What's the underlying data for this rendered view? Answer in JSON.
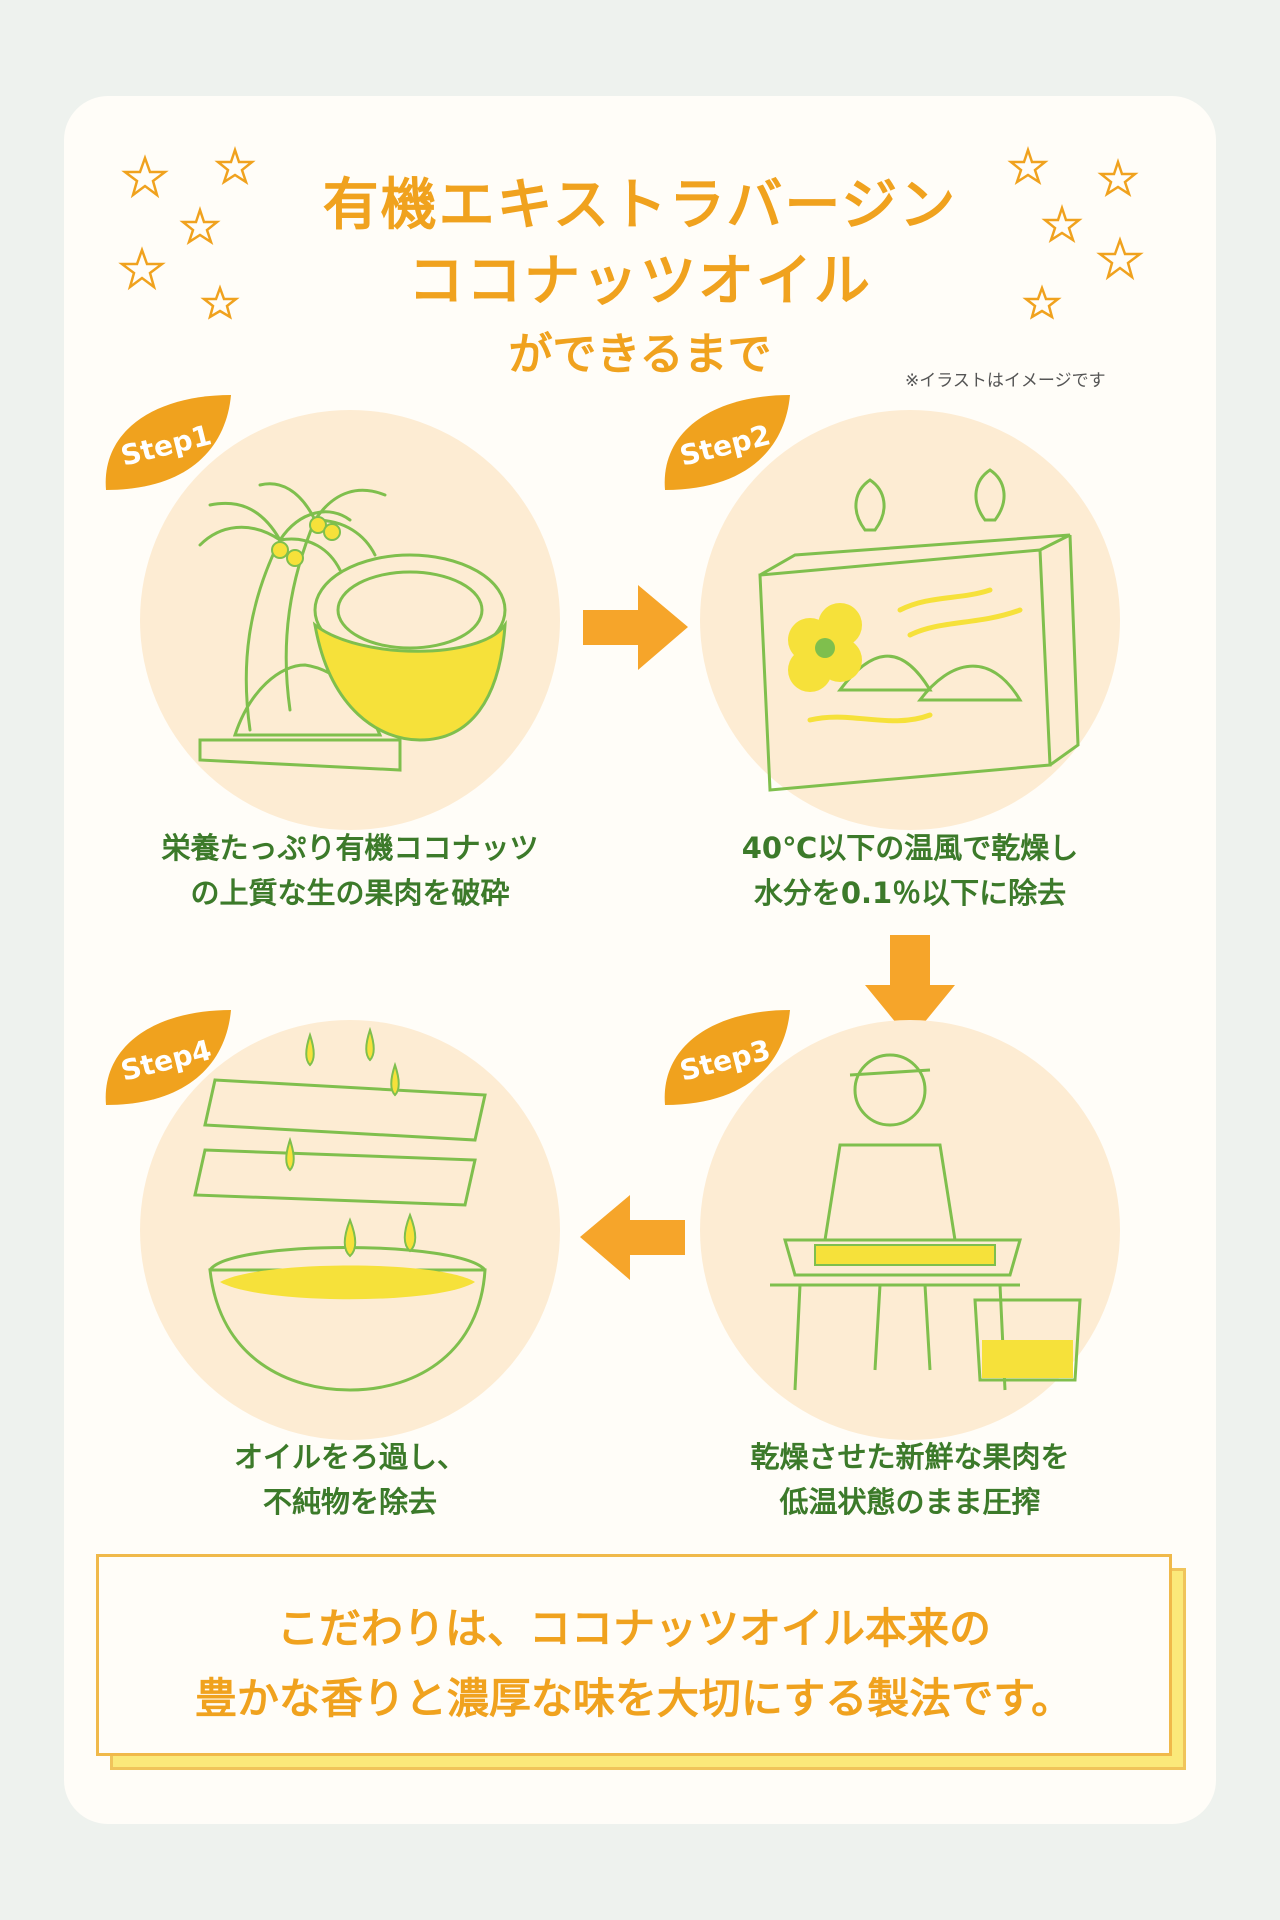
{
  "title": {
    "line1": "有機エキストラバージン",
    "line2": "ココナッツオイル",
    "line3": "ができるまで"
  },
  "note": "※イラストはイメージです",
  "steps": [
    {
      "badge": "Step1",
      "caption_line1": "栄養たっぷり有機ココナッツ",
      "caption_line2": "の上質な生の果肉を破砕"
    },
    {
      "badge": "Step2",
      "caption_line1": "40℃以下の温風で乾燥し",
      "caption_line2": "水分を0.1％以下に除去"
    },
    {
      "badge": "Step3",
      "caption_line1": "乾燥させた新鮮な果肉を",
      "caption_line2": "低温状態のまま圧搾"
    },
    {
      "badge": "Step4",
      "caption_line1": "オイルをろ過し、",
      "caption_line2": "不純物を除去"
    }
  ],
  "banner": {
    "line1": "こだわりは、ココナッツオイル本来の",
    "line2": "豊かな香りと濃厚な味を大切にする製法です。"
  },
  "colors": {
    "accent_orange": "#f0a21e",
    "line_green": "#7fbf4d",
    "text_green": "#3c7a2a",
    "circle_peach": "#fdecd3",
    "yellow": "#f6e13a"
  }
}
